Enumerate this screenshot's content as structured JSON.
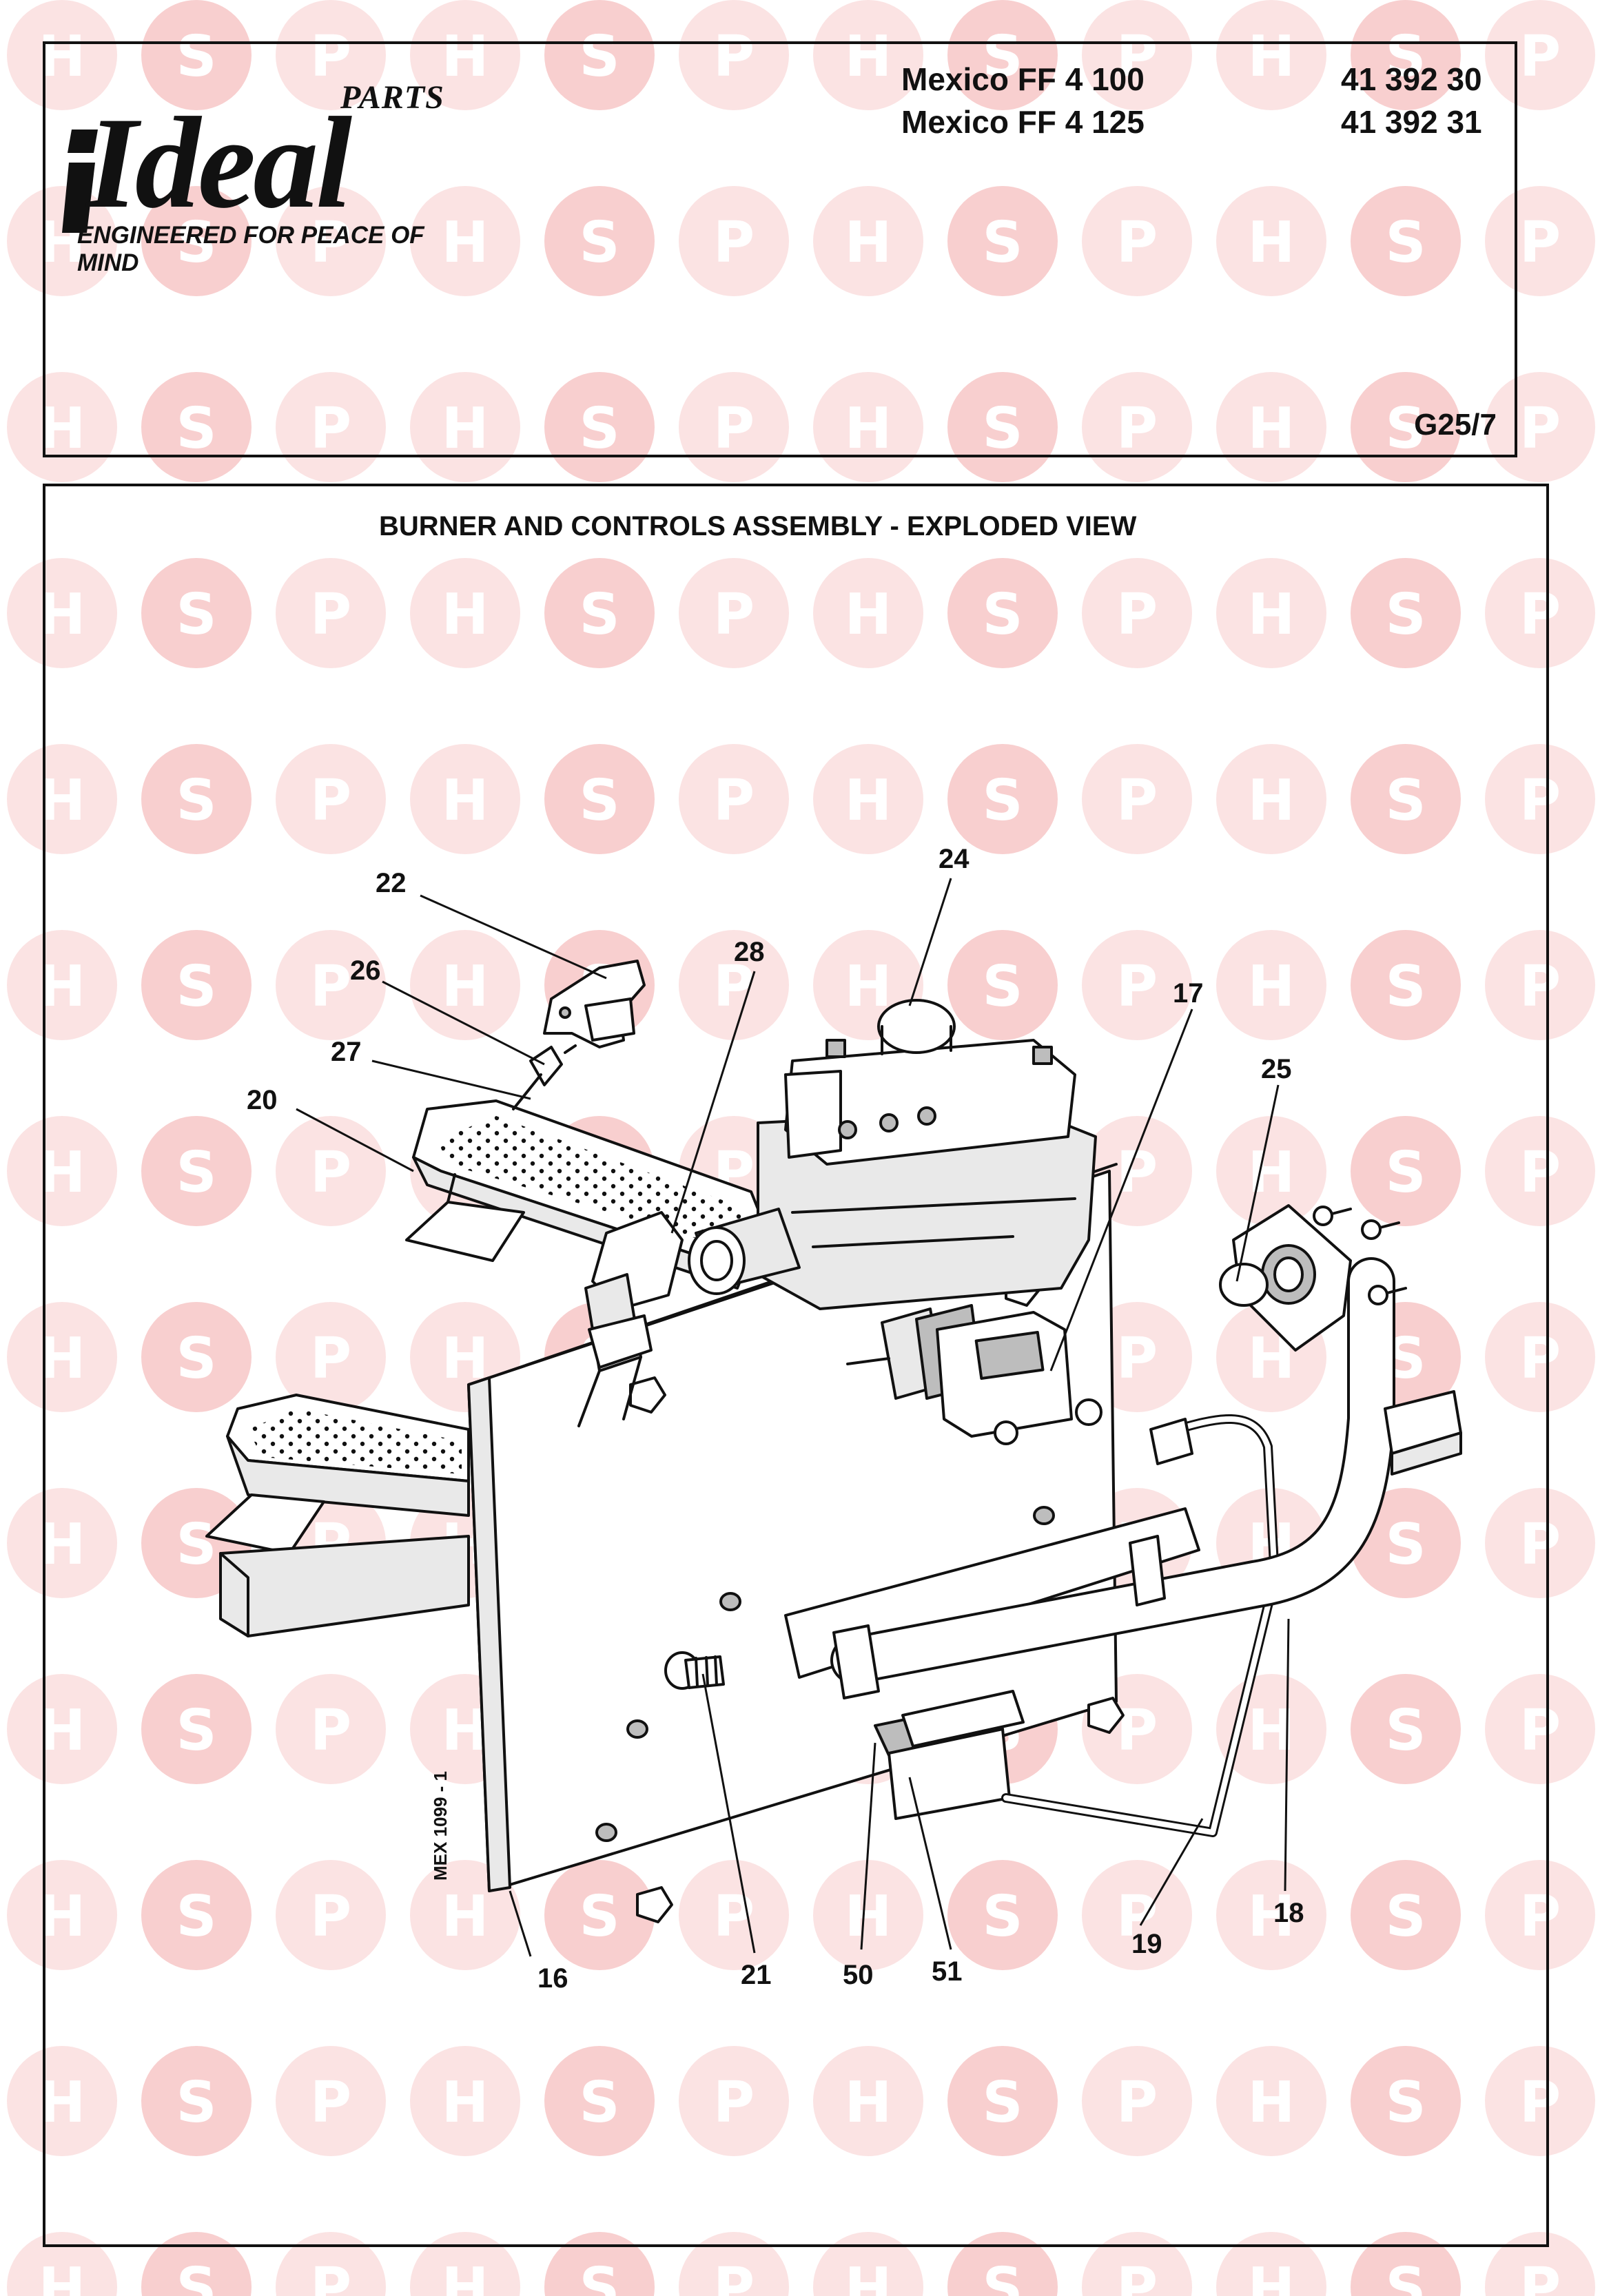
{
  "header": {
    "brand": "Ideal",
    "brand_prefix": "PARTS",
    "tagline": "ENGINEERED FOR PEACE OF MIND",
    "models": [
      "Mexico FF 4 100",
      "Mexico FF 4 125"
    ],
    "part_codes": [
      "41 392 30",
      "41 392 31"
    ],
    "sheet_ref": "G25/7"
  },
  "diagram": {
    "title": "BURNER AND CONTROLS ASSEMBLY - EXPLODED VIEW",
    "drawing_ref": "MEX 1099 - 1",
    "callouts": [
      {
        "id": "c16",
        "label": "16"
      },
      {
        "id": "c17",
        "label": "17"
      },
      {
        "id": "c18",
        "label": "18"
      },
      {
        "id": "c19",
        "label": "19"
      },
      {
        "id": "c20",
        "label": "20"
      },
      {
        "id": "c21",
        "label": "21"
      },
      {
        "id": "c22",
        "label": "22"
      },
      {
        "id": "c24",
        "label": "24"
      },
      {
        "id": "c25",
        "label": "25"
      },
      {
        "id": "c26",
        "label": "26"
      },
      {
        "id": "c27",
        "label": "27"
      },
      {
        "id": "c28",
        "label": "28"
      },
      {
        "id": "c50",
        "label": "50"
      },
      {
        "id": "c51",
        "label": "51"
      }
    ]
  },
  "watermark": {
    "letters": [
      "H",
      "S",
      "P"
    ],
    "colors": {
      "circle": "#fbe3e3",
      "circle_s": "#f8cfcf"
    }
  }
}
